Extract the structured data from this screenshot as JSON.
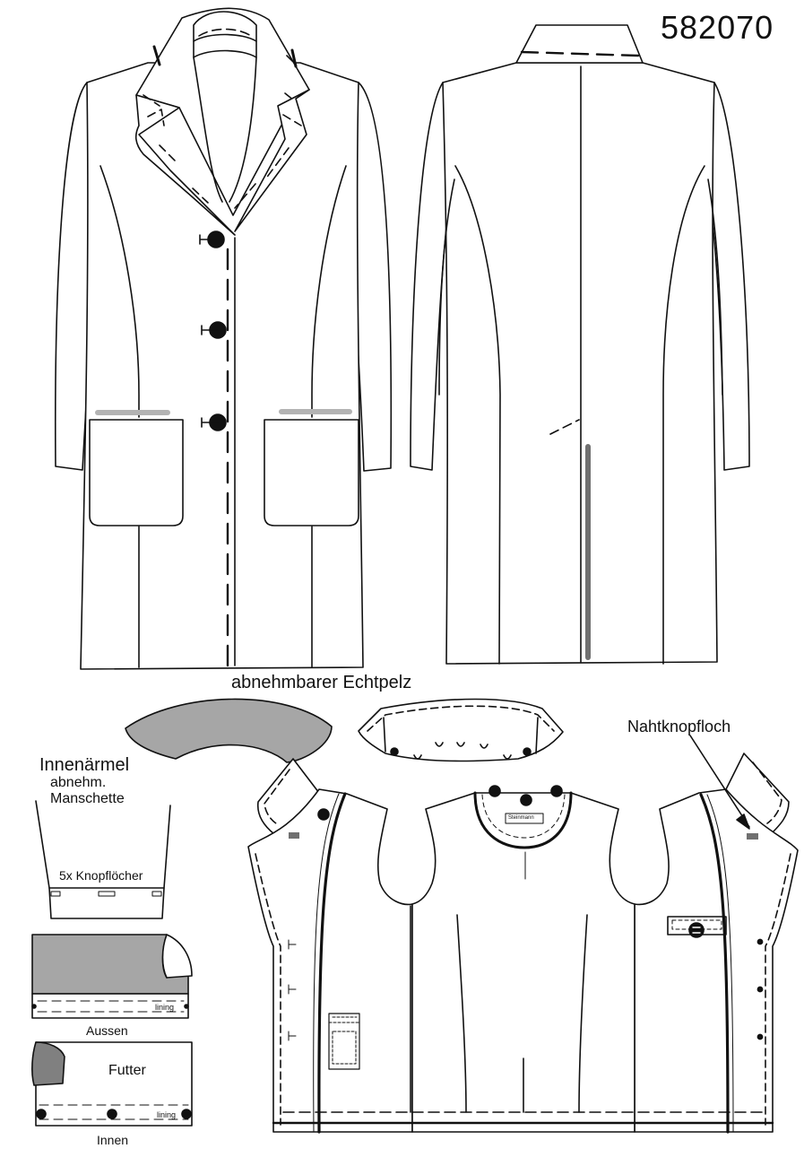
{
  "title": "582070",
  "labels": {
    "detachable_fur": "abnehmbarer Echtpelz",
    "seam_buttonhole": "Nahtknopfloch",
    "inner_sleeve": "Innenärmel",
    "detachable": "abnehm.",
    "cuff": "Manschette",
    "buttonholes": "5x  Knopflöcher",
    "outside": "Aussen",
    "lining_outside": "lining",
    "lining_title": "Futter",
    "lining_inside": "lining",
    "inside": "Innen",
    "brand_tag": "Steinmann"
  },
  "colors": {
    "line": "#111111",
    "fur": "#a6a6a6",
    "pocket_flap": "#b3b3b3",
    "vent_bar": "#707070",
    "tab": "#707070"
  }
}
